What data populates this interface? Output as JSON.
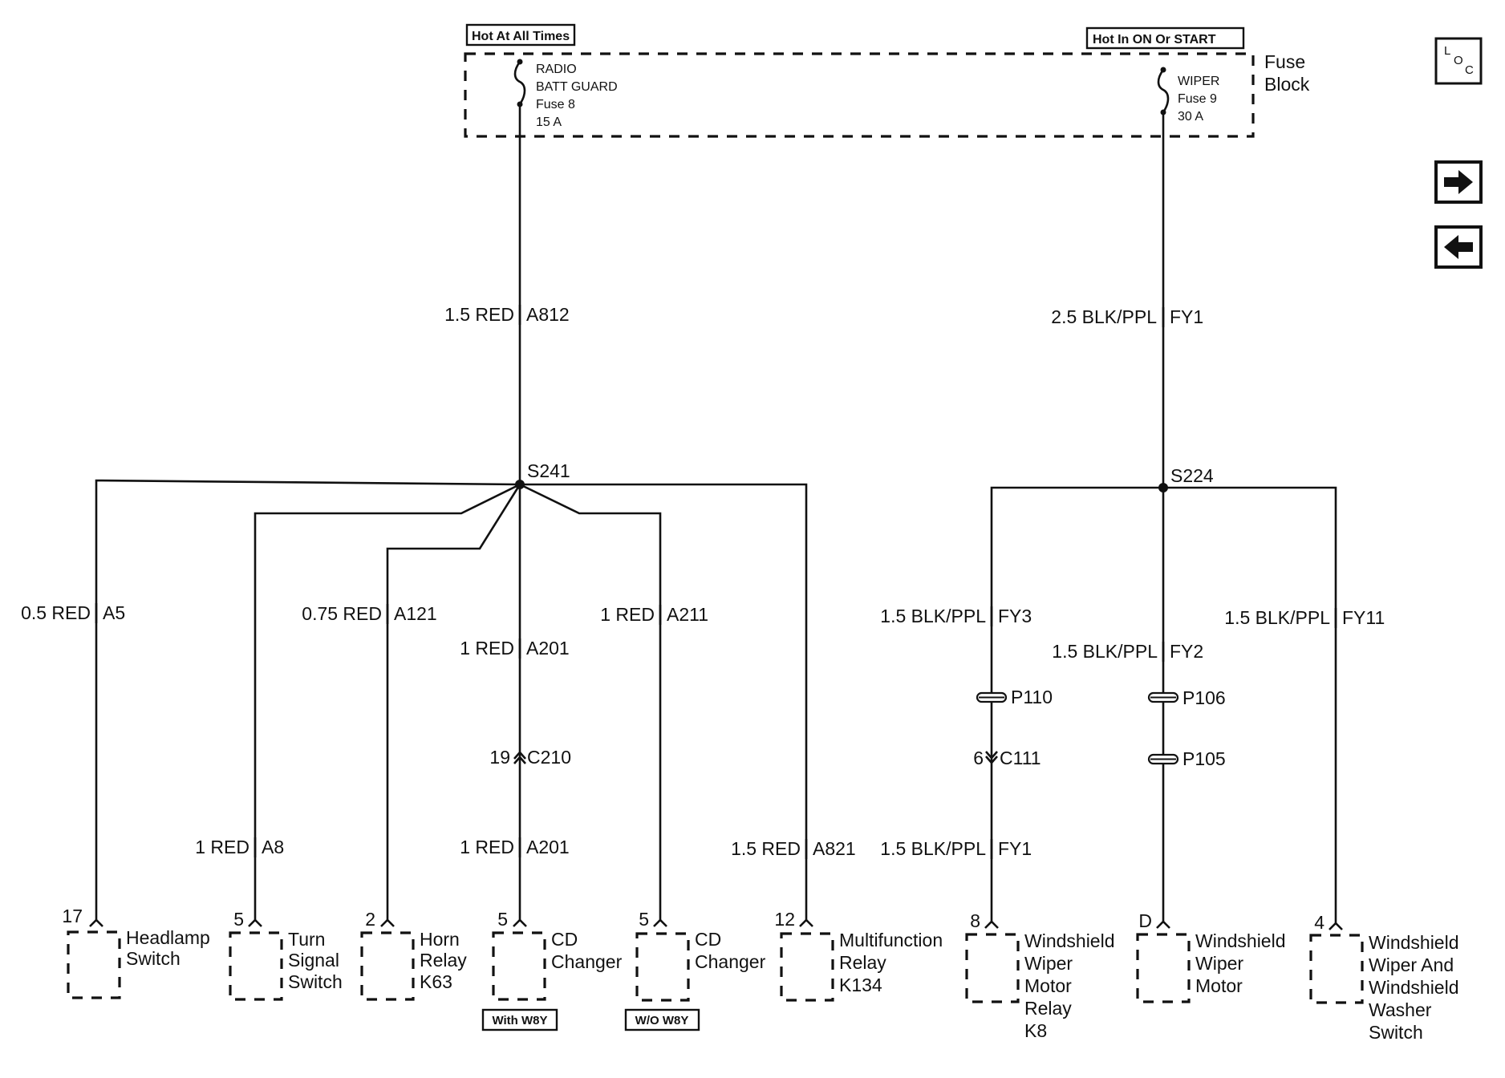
{
  "top_labels": {
    "hot_at_all_times": "Hot At All Times",
    "hot_in_on_or_start": "Hot In ON Or START"
  },
  "fuse_block": {
    "title_line1": "Fuse",
    "title_line2": "Block",
    "radio_fuse": [
      "RADIO",
      "BATT GUARD",
      "Fuse 8",
      "15 A"
    ],
    "wiper_fuse": [
      "WIPER",
      "Fuse 9",
      "30 A"
    ]
  },
  "nav": {
    "loc": {
      "l": "L",
      "o": "O",
      "c": "C"
    },
    "forward_icon": "arrow-right-icon",
    "back_icon": "arrow-left-icon"
  },
  "wires": {
    "a812": {
      "size_color": "1.5 RED",
      "circuit": "A812"
    },
    "fy1_top": {
      "size_color": "2.5 BLK/PPL",
      "circuit": "FY1"
    },
    "a5": {
      "size_color": "0.5 RED",
      "circuit": "A5"
    },
    "a121": {
      "size_color": "0.75 RED",
      "circuit": "A121"
    },
    "a211": {
      "size_color": "1 RED",
      "circuit": "A211"
    },
    "a201_upper": {
      "size_color": "1 RED",
      "circuit": "A201"
    },
    "a8": {
      "size_color": "1 RED",
      "circuit": "A8"
    },
    "a201_lower": {
      "size_color": "1 RED",
      "circuit": "A201"
    },
    "a821": {
      "size_color": "1.5 RED",
      "circuit": "A821"
    },
    "fy3": {
      "size_color": "1.5 BLK/PPL",
      "circuit": "FY3"
    },
    "fy2": {
      "size_color": "1.5 BLK/PPL",
      "circuit": "FY2"
    },
    "fy11": {
      "size_color": "1.5 BLK/PPL",
      "circuit": "FY11"
    },
    "fy1_bottom": {
      "size_color": "1.5 BLK/PPL",
      "circuit": "FY1"
    }
  },
  "splices": {
    "s241": "S241",
    "s224": "S224"
  },
  "connectors": {
    "c210": {
      "pin": "19",
      "name": "C210"
    },
    "c111": {
      "pin": "6",
      "name": "C111"
    },
    "p110": "P110",
    "p106": "P106",
    "p105": "P105"
  },
  "components": {
    "headlamp": {
      "pin": "17",
      "lines": [
        "Headlamp",
        "Switch"
      ]
    },
    "turn_signal": {
      "pin": "5",
      "lines": [
        "Turn",
        "Signal",
        "Switch"
      ]
    },
    "horn_relay": {
      "pin": "2",
      "lines": [
        "Horn",
        "Relay",
        "K63"
      ]
    },
    "cd_with": {
      "pin": "5",
      "lines": [
        "CD",
        "Changer"
      ],
      "tag": "With W8Y"
    },
    "cd_without": {
      "pin": "5",
      "lines": [
        "CD",
        "Changer"
      ],
      "tag": "W/O W8Y"
    },
    "multifunction": {
      "pin": "12",
      "lines": [
        "Multifunction",
        "Relay",
        "K134"
      ]
    },
    "wiper_relay": {
      "pin": "8",
      "lines": [
        "Windshield",
        "Wiper",
        "Motor",
        "Relay",
        "K8"
      ]
    },
    "wiper_motor": {
      "pin": "D",
      "lines": [
        "Windshield",
        "Wiper",
        "Motor"
      ]
    },
    "wiper_switch": {
      "pin": "4",
      "lines": [
        "Windshield",
        "Wiper And",
        "Windshield",
        "Washer",
        "Switch"
      ]
    }
  }
}
